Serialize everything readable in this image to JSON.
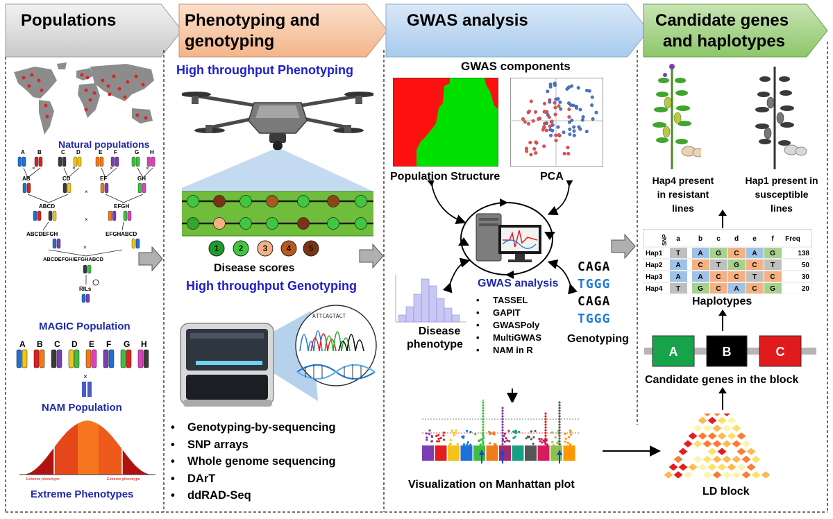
{
  "panels": {
    "populations": {
      "title": "Populations",
      "natural": "Natural populations",
      "magic": "MAGIC Population",
      "nam": "NAM Population",
      "extreme": "Extreme Phenotypes",
      "extreme_phenotype_label": "Extreme phenotype",
      "magic_letters": [
        "A",
        "B",
        "C",
        "D",
        "E",
        "F",
        "G",
        "H"
      ],
      "magic_pairs": [
        "AB",
        "CD",
        "EF",
        "GH"
      ],
      "magic_quads": [
        "ABCD",
        "EFGH"
      ],
      "magic_eights": [
        "ABCDEFGH",
        "EFGHABCD"
      ],
      "magic_final": "ABCDEFGH/EFGHABCD",
      "rils": "RILs",
      "nam_letters": [
        "A",
        "B",
        "C",
        "D",
        "E",
        "F",
        "G",
        "H"
      ]
    },
    "phenotyping": {
      "title_line1": "Phenotyping and",
      "title_line2": "genotyping",
      "htp": "High throughput Phenotyping",
      "disease_scores": "Disease scores",
      "score_numbers": [
        "1",
        "2",
        "3",
        "4",
        "5"
      ],
      "htg": "High throughput Genotyping",
      "methods": [
        "Genotyping-by-sequencing",
        "SNP arrays",
        "Whole genome sequencing",
        "DArT",
        "ddRAD-Seq"
      ],
      "chromatogram_text": "ATTCAGTACT"
    },
    "gwas": {
      "title": "GWAS analysis",
      "components": "GWAS components",
      "pop_structure": "Population Structure",
      "pca": "PCA",
      "analysis_label": "GWAS analysis",
      "tools": [
        "TASSEL",
        "GAPIT",
        "GWASPoly",
        "MultiGWAS",
        "NAM in R"
      ],
      "disease_phenotype_l1": "Disease",
      "disease_phenotype_l2": "phenotype",
      "genotyping": "Genotyping",
      "sequences": [
        "CAGA",
        "TGGG",
        "CAGA",
        "TGGG"
      ],
      "manhattan": "Visualization on Manhattan plot"
    },
    "candidates": {
      "title_line1": "Candidate genes",
      "title_line2": "and haplotypes",
      "hap4_text": [
        "Hap4 present",
        "in resistant",
        "lines"
      ],
      "hap1_text": [
        "Hap1 present in",
        "susceptible",
        "lines"
      ],
      "table": {
        "corner": "SNP",
        "columns": [
          "a",
          "b",
          "c",
          "d",
          "e",
          "f",
          "Freq"
        ],
        "rows": [
          {
            "name": "Hap1",
            "cells": [
              "T",
              "A",
              "G",
              "C",
              "A",
              "G"
            ],
            "freq": "138"
          },
          {
            "name": "Hap2",
            "cells": [
              "A",
              "C",
              "T",
              "G",
              "C",
              "T"
            ],
            "freq": "50"
          },
          {
            "name": "Hap3",
            "cells": [
              "A",
              "A",
              "C",
              "C",
              "T",
              "C"
            ],
            "freq": "30"
          },
          {
            "name": "Hap4",
            "cells": [
              "T",
              "G",
              "C",
              "A",
              "C",
              "G"
            ],
            "freq": "20"
          }
        ]
      },
      "haplotypes": "Haplotypes",
      "genes": [
        "A",
        "B",
        "C"
      ],
      "gene_colors": [
        "#17a34a",
        "#000000",
        "#e01b1b"
      ],
      "block_label": "Candidate genes in the block",
      "ld_block": "LD block"
    }
  },
  "colors": {
    "header1": "#d9d9d9",
    "header2": "#f8cbad",
    "header3": "#bdd7ee",
    "header4": "#a9d18e",
    "navy": "#1f2aa8",
    "blue_heading": "#1f1fc8"
  }
}
